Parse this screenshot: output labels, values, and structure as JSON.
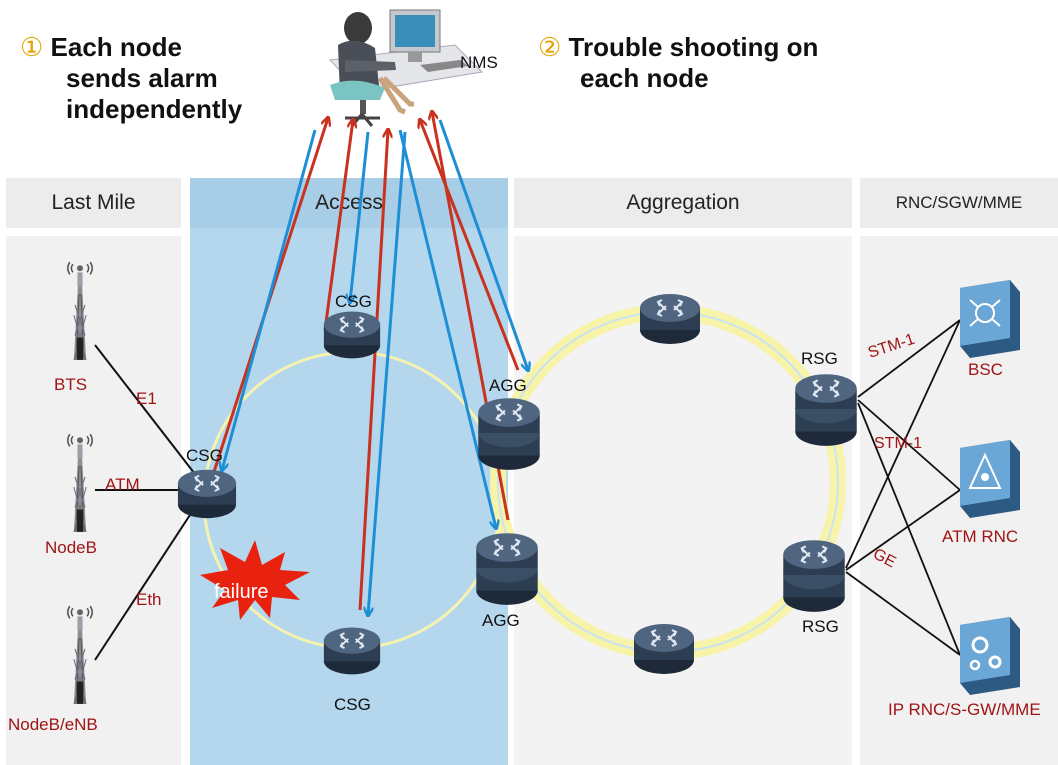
{
  "header": {
    "step1_num": "①",
    "step1_l1": "Each node",
    "step1_l2": "sends alarm",
    "step1_l3": "independently",
    "nms_label": "NMS",
    "step2_num": "②",
    "step2_l1": "Trouble shooting on",
    "step2_l2": "each node"
  },
  "columns": [
    "Last Mile",
    "Access",
    "Aggregation",
    "RNC/SGW/MME"
  ],
  "last_mile": {
    "bts": "BTS",
    "nodeb": "NodeB",
    "nodeb_enb": "NodeB/eNB",
    "link_e1": "E1",
    "link_atm": "ATM",
    "link_eth": "Eth"
  },
  "access": {
    "csg_top": "CSG",
    "csg_left": "CSG",
    "csg_bottom": "CSG",
    "failure": "failure"
  },
  "aggregation": {
    "agg_top": "AGG",
    "agg_bottom": "AGG",
    "rsg_top": "RSG",
    "rsg_bottom": "RSG"
  },
  "core": {
    "bsc": "BSC",
    "atm_rnc": "ATM RNC",
    "ip_rnc": "IP RNC/S-GW/MME",
    "link_stm1_a": "STM-1",
    "link_stm1_b": "STM-1",
    "link_ge": "GE"
  },
  "colors": {
    "alarm_arrow": "#c8321e",
    "command_arrow": "#1e8fd6",
    "access_bg": "#b4d7ee",
    "ring": "#f7f3a8",
    "label_red": "#a01414",
    "router": "#2d3e53"
  }
}
